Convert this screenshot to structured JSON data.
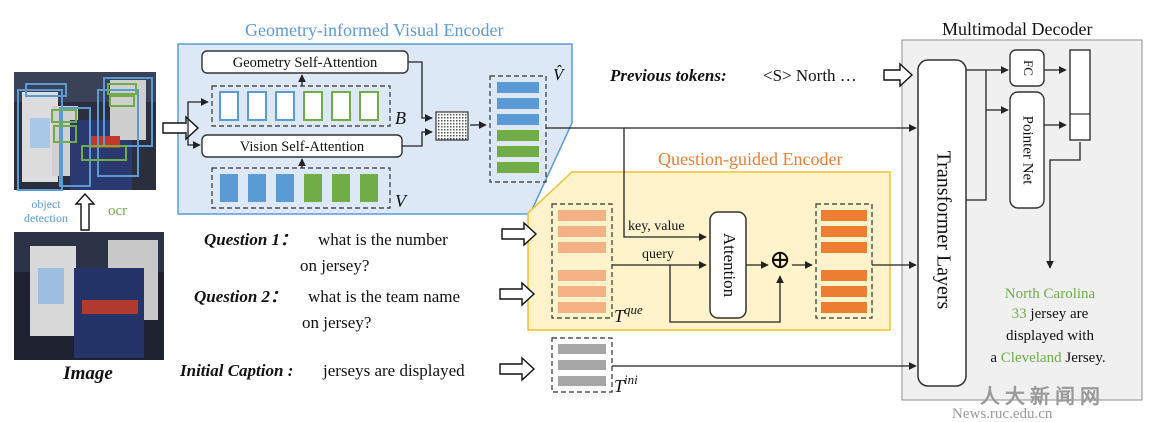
{
  "titles": {
    "geometry_encoder": "Geometry-informed Visual Encoder",
    "question_encoder": "Question-guided Encoder",
    "decoder": "Multimodal Decoder"
  },
  "modules": {
    "geometry_attention": "Geometry Self-Attention",
    "vision_attention": "Vision Self-Attention",
    "attention": "Attention",
    "transformer": "Transformer Layers",
    "fc": "FC",
    "pointer": "Pointer Net"
  },
  "symbols": {
    "B": "B",
    "V": "V",
    "V_hat": "V̂",
    "T_que_base": "T",
    "T_que_sup": "que",
    "T_ini_base": "T",
    "T_ini_sup": "ini",
    "oplus": "⊕"
  },
  "labels": {
    "object_detection_1": "object",
    "object_detection_2": "detection",
    "ocr": "ocr",
    "image": "Image",
    "key_value": "key, value",
    "query": "query"
  },
  "inputs": {
    "previous_tokens_label": "Previous tokens:",
    "previous_tokens_value": "<S> North …",
    "q1_label": "Question 1：",
    "q1_line1": "what is the number",
    "q1_line2": "on  jersey?",
    "q2_label": "Question 2：",
    "q2_line1": "what is the team name",
    "q2_line2": "on jersey?",
    "caption_label": "Initial Caption :",
    "caption_text": "jerseys are displayed"
  },
  "output": {
    "line1": "North Carolina",
    "line2_num": "33",
    "line2_rest": " jersey are",
    "line3": "displayed with",
    "line4_a": "a ",
    "line4_team": "Cleveland",
    "line4_rest": " Jersey."
  },
  "watermark": {
    "line1": "人 大 新 闻 网",
    "line2": "News.ruc.edu.cn"
  },
  "colors": {
    "blue_fill": "#dce8f6",
    "blue_border": "#5b9bd5",
    "yellow_fill": "#fff3cc",
    "yellow_border": "#f2c22c",
    "gray_fill": "#f0f0f0",
    "token_blue": "#5b9bd5",
    "token_green": "#70ad47",
    "token_orange": "#ed7d31",
    "token_light_orange": "#f4b183",
    "token_gray": "#a6a6a6",
    "title_blue": "#5b9bd5",
    "title_orange": "#ed7d31",
    "output_green": "#70ad47"
  }
}
